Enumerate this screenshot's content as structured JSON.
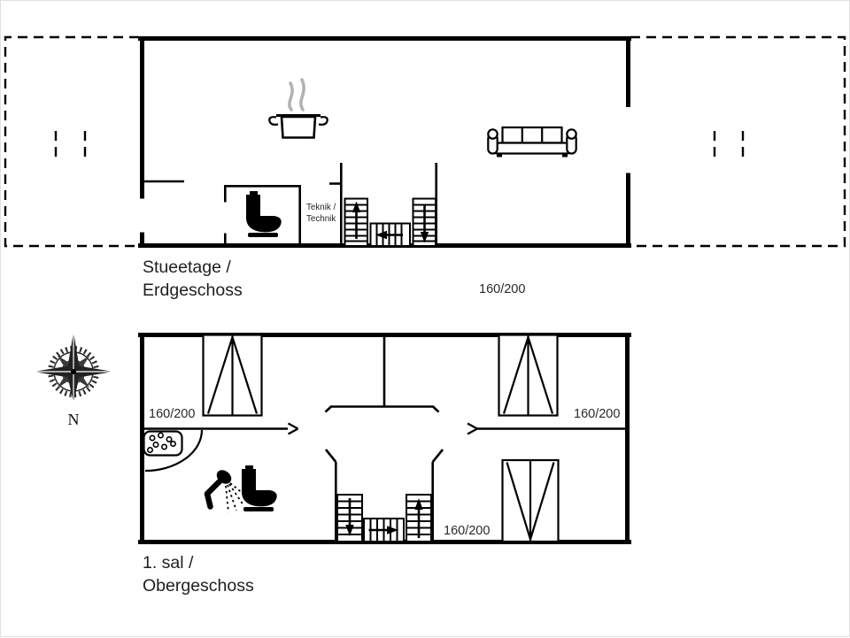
{
  "colors": {
    "background": "#ffffff",
    "line": "#000000",
    "steam": "#b3b3b3",
    "compass": "#2a2a2a"
  },
  "ground_floor": {
    "name_line1": "Stueetage /",
    "name_line2": "Erdgeschoss",
    "bed_size": "160/200",
    "technik_line1": "Teknik /",
    "technik_line2": "Technik",
    "icons": [
      "cooking-pot-icon",
      "sofa-icon",
      "toilet-icon",
      "staircase-up-icon",
      "terrace-dashed-outline"
    ]
  },
  "first_floor": {
    "name_line1": "1. sal /",
    "name_line2": "Obergeschoss",
    "bed_sizes": {
      "top_left": "160/200",
      "top_right": "160/200",
      "bottom": "160/200"
    },
    "icons": [
      "double-bed-icon",
      "shower-icon",
      "toilet-icon",
      "washbasin-icon",
      "staircase-down-icon"
    ]
  },
  "compass": {
    "north_label": "N"
  }
}
